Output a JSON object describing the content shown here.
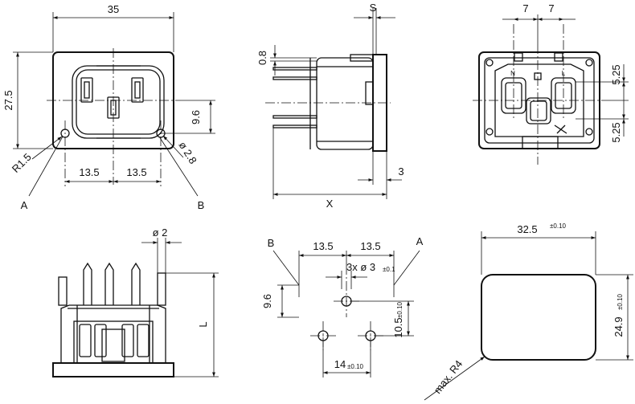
{
  "front_view": {
    "width": "35",
    "height": "27.5",
    "offset": "9.6",
    "hole_dia": "ø 2.8",
    "radius": "R1.5",
    "spacing_left": "13.5",
    "spacing_right": "13.5",
    "label_a": "A",
    "label_b": "B"
  },
  "side_view": {
    "s": "S",
    "thickness": "0.8",
    "depth": "X",
    "flange": "3"
  },
  "rear_view": {
    "pitch_left": "7",
    "pitch_right": "7",
    "upper": "5.25",
    "lower": "5.25",
    "terminal_n": "N",
    "terminal_l": "L"
  },
  "pin_view": {
    "pin_dia": "ø 2",
    "length": "L"
  },
  "hole_pattern": {
    "label_b": "B",
    "label_a": "A",
    "spacing_left": "13.5",
    "spacing_right": "13.5",
    "holes": "3x ø 3",
    "holes_tol": "±0.1",
    "offset": "9.6",
    "vertical": "10.5",
    "vertical_tol": "±0.10",
    "horizontal": "14",
    "horizontal_tol": "±0.10"
  },
  "cutout": {
    "width": "32.5",
    "width_tol": "±0.10",
    "height": "24.9",
    "height_tol": "±0.10",
    "radius": "max. R4"
  }
}
